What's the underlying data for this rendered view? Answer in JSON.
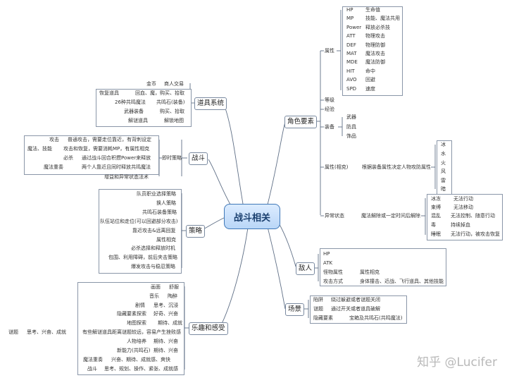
{
  "root": "战斗相关",
  "watermark": "知乎 @Lucifer",
  "role": {
    "title": "角色要素",
    "attr_label": "属性",
    "attrs": [
      {
        "k": "HP",
        "v": "生命值"
      },
      {
        "k": "MP",
        "v": "技能、魔法共用"
      },
      {
        "k": "Power",
        "v": "释放必杀技"
      },
      {
        "k": "ATT",
        "v": "物理攻击"
      },
      {
        "k": "DEF",
        "v": "物理防御"
      },
      {
        "k": "MAT",
        "v": "魔法攻击"
      },
      {
        "k": "MDE",
        "v": "魔法防御"
      },
      {
        "k": "HIT",
        "v": "命中"
      },
      {
        "k": "AVO",
        "v": "回避"
      },
      {
        "k": "SPD",
        "v": "速度"
      }
    ],
    "level": "等级",
    "exp": "经验",
    "equip_label": "装备",
    "equips": [
      "武器",
      "防具",
      "饰品"
    ],
    "attr_rel_label": "属性(相克)",
    "attr_rel_desc": "根据装备属性决定人物攻防属性",
    "elements": [
      "冰",
      "水",
      "火",
      "风",
      "雷",
      "暗"
    ],
    "status_label": "异常状态",
    "status_desc": "魔法解除或一定时间后解除",
    "statuses": [
      {
        "k": "冰冻",
        "v": "无法行动"
      },
      {
        "k": "束缚",
        "v": "无法移动"
      },
      {
        "k": "混乱",
        "v": "无法控制、随意行动"
      },
      {
        "k": "毒",
        "v": "持续掉血"
      },
      {
        "k": "睡眠",
        "v": "无法行动，被攻击恢复"
      }
    ]
  },
  "enemy": {
    "title": "敌人",
    "hp": "HP",
    "atk": "ATK",
    "attr_k": "怪物属性",
    "attr_v": "属性相克",
    "atk_k": "攻击方式",
    "atk_v": "身体撞击、近战、飞行道具、其他技能"
  },
  "scene": {
    "title": "场景",
    "rows": [
      {
        "k": "陷阱",
        "v": "绕过躲避或者谜题关闭"
      },
      {
        "k": "谜题",
        "v": "通过开关或者道具破解"
      },
      {
        "k": "隐藏要素",
        "v": "宝箱及共鸣石(共鸣魔法)"
      }
    ]
  },
  "items": {
    "title": "道具系统",
    "gold": "金币",
    "gold_v": "商人交易",
    "restore": "恢复道具",
    "restore_v": "回血、魔，购买、拾取",
    "magic": "26种共鸣魔法",
    "magic_v": "共鸣石(装备)",
    "equip": "武器装备",
    "equip_v": "购买、拾取",
    "puzzle": "解谜道具",
    "puzzle_v": "解锁地图"
  },
  "battle": {
    "title": "战斗",
    "realtime": "即时策略",
    "rows": [
      {
        "k": "攻击",
        "v": "普通攻击，需要走位靠近，有背刺设定"
      },
      {
        "k": "魔法、技能",
        "v": "攻击和恢复，需要消耗MP，有属性相克"
      },
      {
        "k": "必杀",
        "v": "通过战斗回合积攒Power来释放"
      },
      {
        "k": "魔法重奏",
        "v": "两个人靠近且同时释放共鸣魔法"
      }
    ],
    "last": "增益和异常状态法术"
  },
  "strategy": {
    "title": "策略",
    "rows": [
      "队员职业选择策略",
      "换人策略",
      "共鸣石装备策略",
      "队伍站位和走位(可以回避部分攻击)",
      "靠近攻击&远离回复",
      "属性相克",
      "必杀选择和释放时机",
      "包围、利用障碍，前后夹击策略",
      "爆发攻击与稳忍策略"
    ]
  },
  "fun": {
    "title": "乐趣和感受",
    "r1k": "画面",
    "r1v": "舒服",
    "r2k": "音乐",
    "r2v": "陶醉",
    "r3k": "剧情",
    "r3v": "思考、沉浸",
    "r4k": "隐藏要素探索",
    "r4v": "好奇、兴奋",
    "r5k": "地图探索",
    "r5v": "期待、成就",
    "r6a": "谜题",
    "r6b": "思考、兴奋、成就",
    "r6c": "有些解谜道具距离谜题较远，容易产生挫败感",
    "r7k": "人物培养",
    "r7v": "期待、兴奋",
    "r8k": "新能力(共鸣石)",
    "r8v": "期待、兴奋",
    "r9k": "魔法重奏",
    "r9v": "兴奋、期待、成就感、爽快",
    "r10k": "战斗",
    "r10v": "思考、规划、操作、紧张、成就感"
  }
}
